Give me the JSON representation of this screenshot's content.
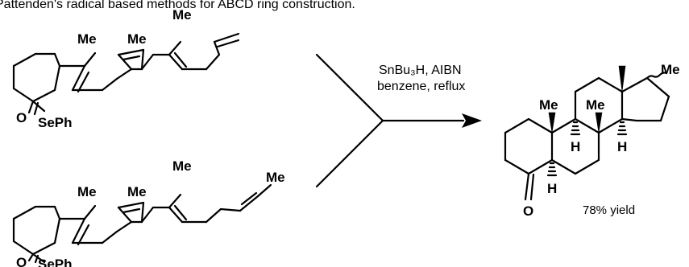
{
  "caption": "Pattenden's radical based methods for ABCD ring construction.",
  "substrate_top": {
    "methyl_labels": [
      "Me",
      "Me",
      "Me"
    ],
    "seleno_label": "SePh",
    "oxygen_label": "O"
  },
  "substrate_bottom": {
    "methyl_labels": [
      "Me",
      "Me",
      "Me",
      "Me"
    ],
    "seleno_label": "SePh",
    "oxygen_label": "O"
  },
  "conditions": {
    "reagents": "SnBu₃H, AIBN",
    "solvent": "benzene, reflux"
  },
  "product": {
    "methyl_labels": [
      "Me",
      "Me",
      "Me"
    ],
    "hydrogen_labels": [
      "H",
      "H",
      "H"
    ],
    "oxygen_label": "O",
    "yield": "78% yield"
  },
  "colors": {
    "ink": "#000000",
    "background": "#ffffff"
  }
}
